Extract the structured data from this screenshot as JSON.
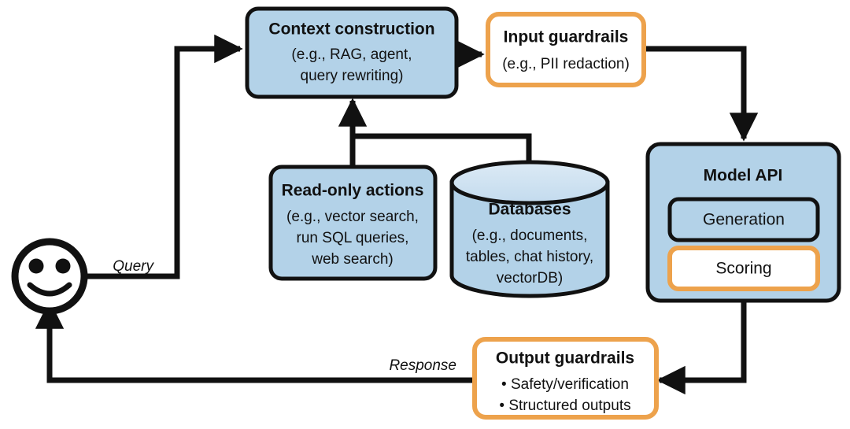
{
  "diagram": {
    "title": "LLM application platform architecture flow",
    "colors": {
      "node_blue_fill": "#b3d2e8",
      "cylinder_top_fill": "#d2e6f2",
      "node_white_fill": "#ffffff",
      "border_dark": "#111111",
      "border_orange": "#eda24c",
      "text": "#111111",
      "background": "#ffffff"
    },
    "nodes": {
      "context_construction": {
        "title": "Context construction",
        "lines": [
          "(e.g., RAG, agent,",
          "query rewriting)"
        ],
        "style": "blue-dark-border"
      },
      "input_guardrails": {
        "title": "Input guardrails",
        "lines": [
          "(e.g., PII redaction)"
        ],
        "style": "white-orange-border"
      },
      "read_only_actions": {
        "title": "Read-only actions",
        "lines": [
          "(e.g., vector search,",
          "run SQL queries,",
          "web search)"
        ],
        "style": "blue-dark-border"
      },
      "databases": {
        "title": "Databases",
        "lines": [
          "(e.g., documents,",
          "tables, chat history,",
          "vectorDB)"
        ],
        "style": "cylinder-blue"
      },
      "model_api": {
        "title": "Model API",
        "style": "blue-dark-border",
        "children": [
          {
            "label": "Generation",
            "style": "dark-border-transparent"
          },
          {
            "label": "Scoring",
            "style": "white-orange-border"
          }
        ]
      },
      "output_guardrails": {
        "title": "Output guardrails",
        "lines": [
          "• Safety/verification",
          "• Structured outputs"
        ],
        "style": "white-orange-border"
      },
      "user": {
        "label": "smiley-face-user",
        "style": "smiley-icon"
      }
    },
    "edge_labels": {
      "query": "Query",
      "response": "Response"
    },
    "edges": [
      {
        "from": "user",
        "to": "context_construction",
        "label": "Query"
      },
      {
        "from": "context_construction",
        "to": "input_guardrails",
        "label": ""
      },
      {
        "from": "input_guardrails",
        "to": "model_api",
        "label": ""
      },
      {
        "from": "read_only_actions",
        "to": "context_construction",
        "label": ""
      },
      {
        "from": "databases",
        "to": "context_construction",
        "label": ""
      },
      {
        "from": "model_api",
        "to": "output_guardrails",
        "label": ""
      },
      {
        "from": "output_guardrails",
        "to": "user",
        "label": "Response"
      }
    ]
  }
}
